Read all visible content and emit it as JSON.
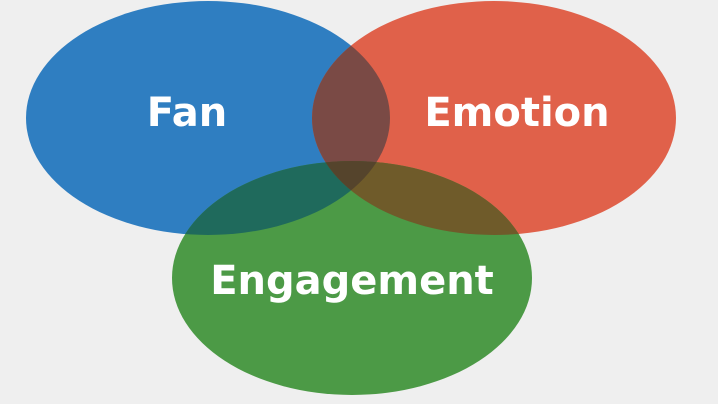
{
  "diagram": {
    "type": "venn",
    "sets": [
      {
        "key": "fan",
        "label": "Fan",
        "color": "#2f7ec1"
      },
      {
        "key": "emotion",
        "label": "Emotion",
        "color": "#e0614a"
      },
      {
        "key": "engagement",
        "label": "Engagement",
        "color": "#4c9a46"
      }
    ],
    "overlap_colors": {
      "fan_emotion": "#7a4a45",
      "fan_engagement": "#1f6a5c",
      "emotion_engagement": "#6f5b2a",
      "center": "#55442c"
    },
    "background": "#efefef"
  }
}
